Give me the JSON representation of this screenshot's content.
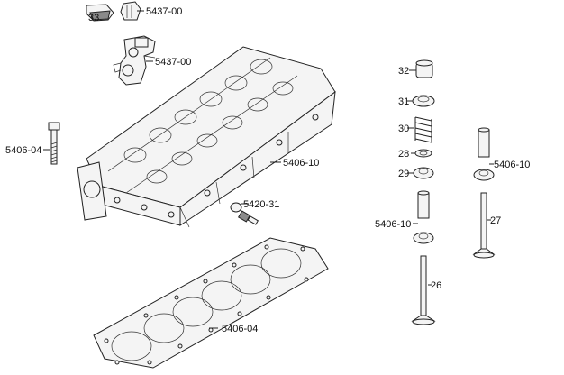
{
  "labels": {
    "l33": "33",
    "l5437a": "5437-00",
    "l5437b": "5437-00",
    "l5406_04a": "5406-04",
    "l5406_10a": "5406-10",
    "l5420_31": "5420-31",
    "l5406_04b": "5406-04",
    "l32": "32",
    "l31": "31",
    "l30": "30",
    "l28": "28",
    "l29": "29",
    "l5406_10b": "5406-10",
    "l5406_10c": "5406-10",
    "l27": "27",
    "l26": "26"
  }
}
